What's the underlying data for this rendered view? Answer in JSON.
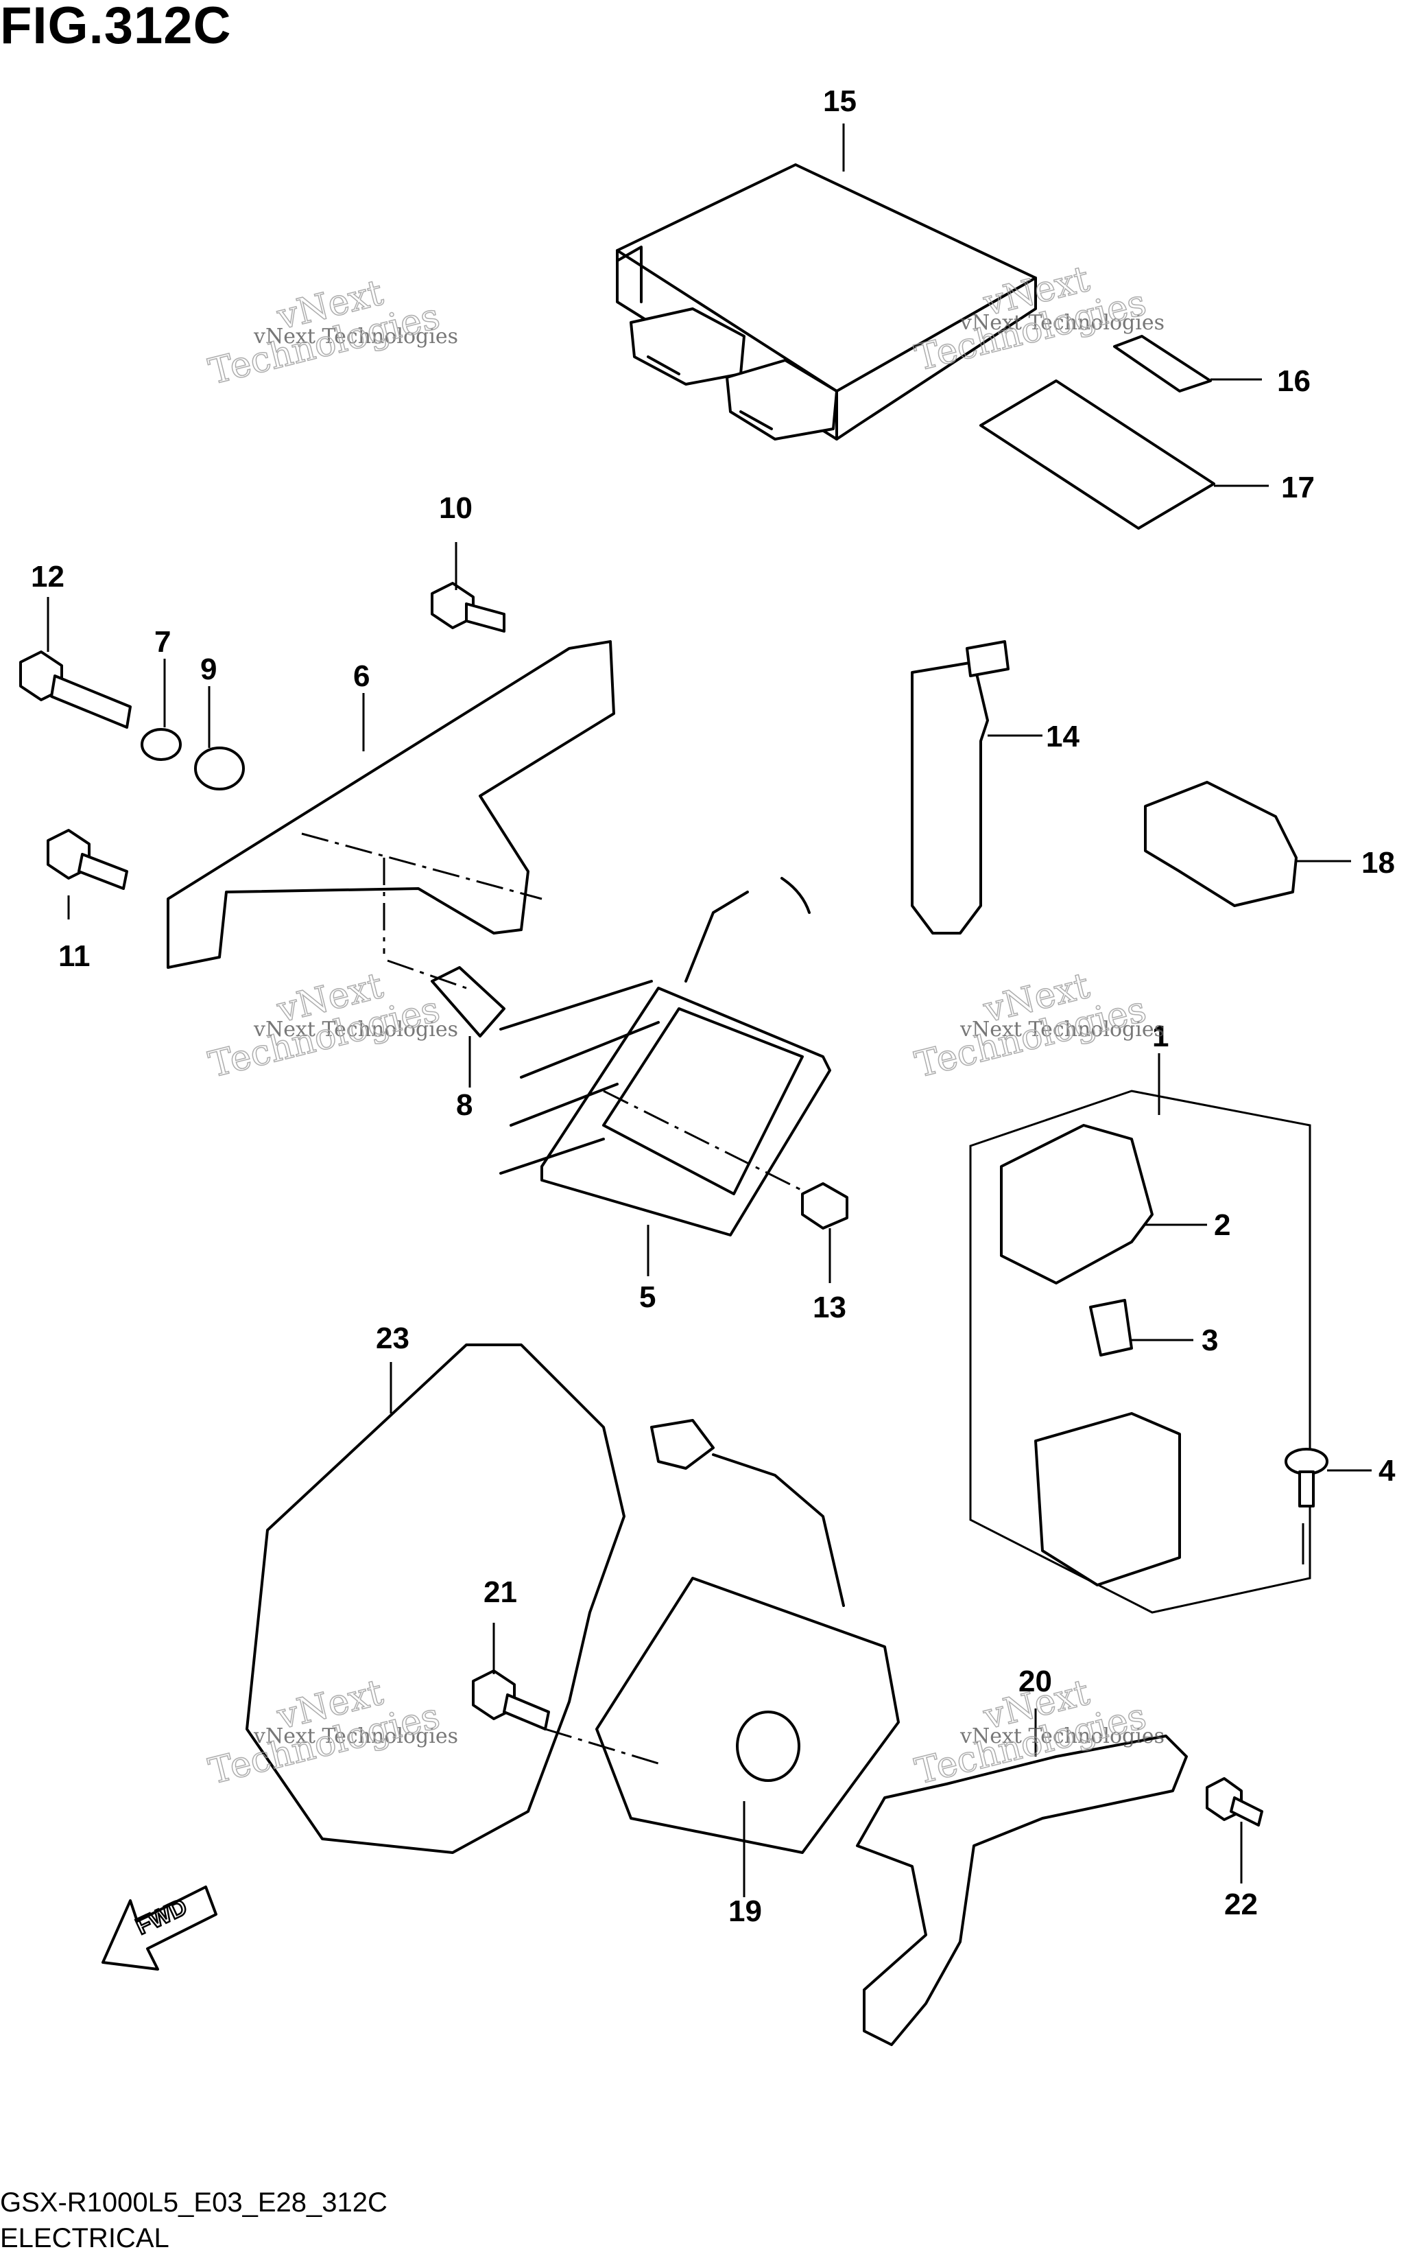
{
  "title": "FIG.312C",
  "footer": {
    "code": "GSX-R1000L5_E03_E28_312C",
    "name": "ELECTRICAL"
  },
  "fwd_label": "FWD",
  "watermark": {
    "line1": "vNext Technologies",
    "line2a": "vNext",
    "line2b": "Technologies"
  },
  "callouts": [
    "1",
    "2",
    "3",
    "4",
    "5",
    "6",
    "7",
    "8",
    "9",
    "10",
    "11",
    "12",
    "13",
    "14",
    "15",
    "16",
    "17",
    "18",
    "19",
    "20",
    "21",
    "22",
    "23"
  ]
}
